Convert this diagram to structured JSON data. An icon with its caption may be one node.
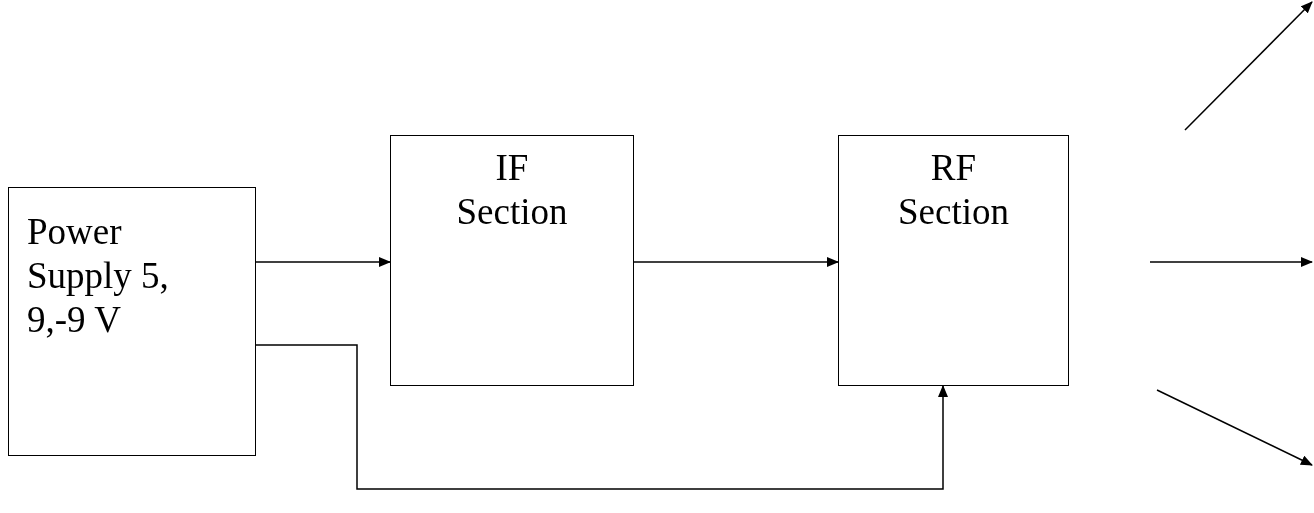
{
  "diagram": {
    "nodes": [
      {
        "text": [
          "Power Supply 5, 9,-9 V"
        ]
      },
      {
        "text": [
          "IF Section"
        ]
      },
      {
        "text": [
          "RF Section"
        ]
      }
    ],
    "edges": [
      {
        "from": 0,
        "to": 1,
        "arrow": "to"
      },
      {
        "from": 1,
        "to": 2,
        "arrow": "to"
      },
      {
        "from": 0,
        "to": 2,
        "arrow": "to"
      }
    ]
  }
}
